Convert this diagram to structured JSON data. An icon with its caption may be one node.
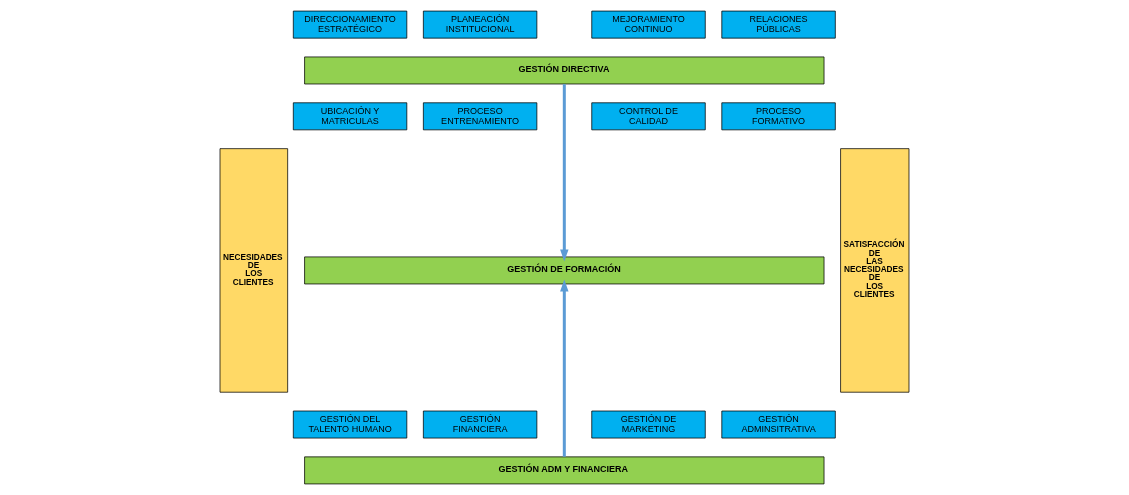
{
  "diagram": {
    "nodes": [
      {
        "text": [
          "NECESIDADES DE LOS CLIENTES"
        ]
      },
      {
        "text": [
          "DIRECCIONAMIENTO ESTRATÉGICO"
        ]
      },
      {
        "text": [
          "PLANEACIÓN INSTITUCIONAL"
        ]
      },
      {
        "text": [
          "MEJORAMIENTO CONTINUO"
        ]
      },
      {
        "text": [
          "RELACIONES PÚBLICAS"
        ]
      },
      {
        "text": [
          "SATISFACCIÓN DE LAS NECESIDADES DE LOS CLIENTES"
        ]
      },
      {
        "text": [
          "GESTIÓN DIRECTIVA"
        ]
      },
      {
        "text": [
          "UBICACIÓN Y MATRICULAS"
        ]
      },
      {
        "text": [
          "PROCESO ENTRENAMIENTO"
        ]
      },
      {
        "text": [
          "CONTROL DE CALIDAD"
        ]
      },
      {
        "text": [
          "PROCESO FORMATIVO"
        ]
      },
      {
        "text": [
          "GESTIÓN DE FORMACIÓN"
        ]
      },
      {
        "text": [
          "GESTIÓN DEL TALENTO HUMANO"
        ]
      },
      {
        "text": [
          "GESTIÓN FINANCIERA"
        ]
      },
      {
        "text": [
          "GESTIÓN DE MARKETING"
        ]
      },
      {
        "text": [
          "GESTIÓN ADMINSITRATIVA"
        ]
      },
      {
        "text": [
          "GESTIÓN ADM Y FINANCIERA"
        ]
      }
    ],
    "edges": [
      {
        "from": 6,
        "to": 11,
        "arrow": "to"
      },
      {
        "from": 16,
        "to": 11,
        "arrow": "to"
      }
    ]
  }
}
